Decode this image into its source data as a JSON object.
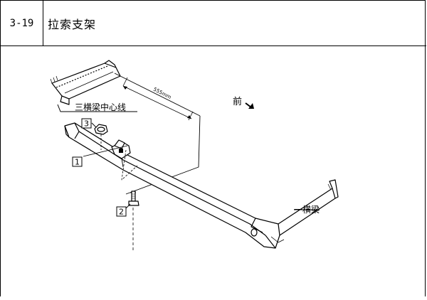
{
  "header": {
    "number": "3-19",
    "title": "拉索支架"
  },
  "diagram": {
    "label_centerline": "三横梁中心线",
    "label_dimension": "555mm",
    "label_front": "前",
    "label_crossbeam": "一横梁",
    "callouts": [
      "1",
      "2",
      "3"
    ]
  }
}
